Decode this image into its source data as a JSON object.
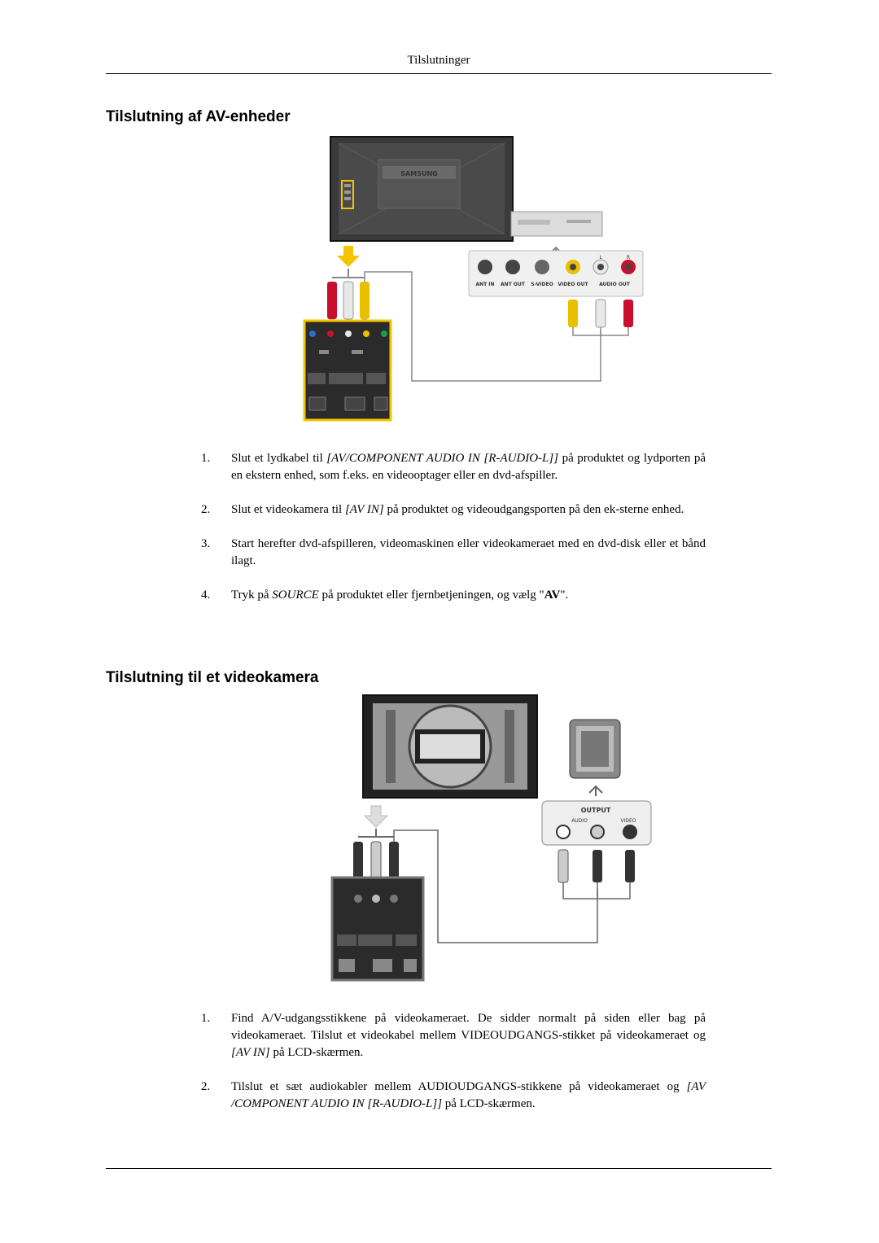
{
  "header": {
    "title": "Tilslutninger"
  },
  "section1": {
    "heading": "Tilslutning af AV-enheder",
    "figure": {
      "brand": "SAMSUNG",
      "jacks": [
        "ANT IN",
        "ANT OUT",
        "S-VIDEO",
        "VIDEO OUT",
        "AUDIO OUT"
      ],
      "lr": [
        "L",
        "R"
      ]
    },
    "steps": [
      {
        "num": "1.",
        "parts": [
          {
            "t": "Slut et lydkabel til ",
            "s": ""
          },
          {
            "t": "[AV/COMPONENT AUDIO IN [R-AUDIO-L]]",
            "s": "em"
          },
          {
            "t": " på produktet og lydporten på en ekstern enhed, som f.eks. en videooptager eller en dvd-afspiller.",
            "s": ""
          }
        ]
      },
      {
        "num": "2.",
        "parts": [
          {
            "t": "Slut et videokamera til ",
            "s": ""
          },
          {
            "t": "[AV IN]",
            "s": "em"
          },
          {
            "t": " på produktet og videoudgangsporten på den ek-sterne enhed.",
            "s": ""
          }
        ]
      },
      {
        "num": "3.",
        "parts": [
          {
            "t": "Start herefter dvd-afspilleren, videomaskinen eller videokameraet med en dvd-disk eller et bånd ilagt.",
            "s": ""
          }
        ]
      },
      {
        "num": "4.",
        "parts": [
          {
            "t": "Tryk på ",
            "s": ""
          },
          {
            "t": "SOURCE",
            "s": "em"
          },
          {
            "t": " på produktet eller fjernbetjeningen, og vælg \"",
            "s": ""
          },
          {
            "t": "AV",
            "s": "b"
          },
          {
            "t": "\".",
            "s": ""
          }
        ]
      }
    ]
  },
  "section2": {
    "heading": "Tilslutning til et videokamera",
    "figure": {
      "output_label": "OUTPUT",
      "output_sub": [
        "AUDIO",
        "VIDEO"
      ]
    },
    "steps": [
      {
        "num": "1.",
        "parts": [
          {
            "t": "Find A/V-udgangsstikkene på videokameraet. De sidder normalt på siden eller bag på videokameraet. Tilslut et videokabel mellem VIDEOUDGANGS-stikket på videokameraet og ",
            "s": ""
          },
          {
            "t": "[AV IN]",
            "s": "em"
          },
          {
            "t": " på LCD-skærmen.",
            "s": ""
          }
        ]
      },
      {
        "num": "2.",
        "parts": [
          {
            "t": "Tilslut et sæt audiokabler mellem AUDIOUDGANGS-stikkene på videokameraet og ",
            "s": ""
          },
          {
            "t": "[AV /COMPONENT AUDIO IN [R-AUDIO-L]]",
            "s": "em"
          },
          {
            "t": " på LCD-skærmen.",
            "s": ""
          }
        ]
      }
    ]
  },
  "colors": {
    "highlight_yellow": "#f5c400",
    "cable_red": "#c8102e",
    "cable_white": "#e8e8e8",
    "cable_yellow": "#e8c000",
    "panel_dark": "#2b2b2b"
  }
}
